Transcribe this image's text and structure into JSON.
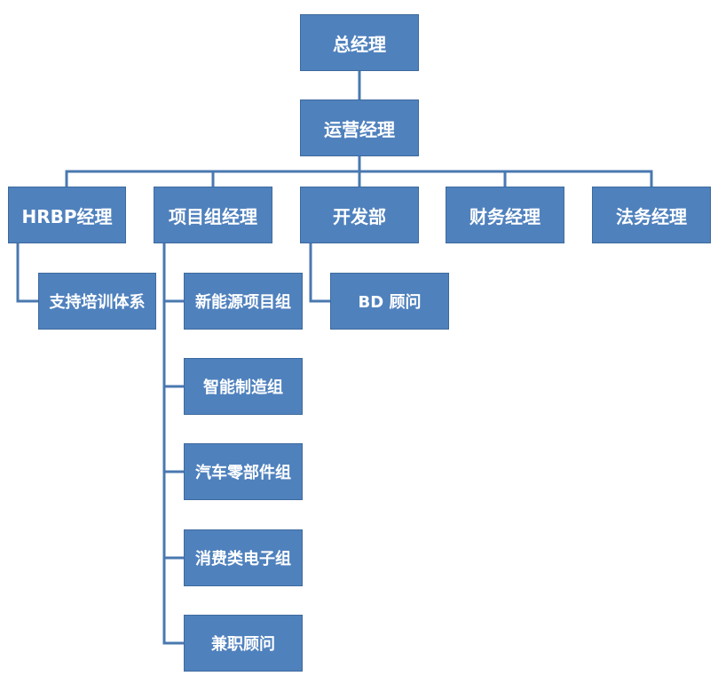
{
  "chart": {
    "nodes": {
      "ceo": "总经理",
      "operations_manager": "运营经理",
      "hrbp_manager": "HRBP经理",
      "project_group_manager": "项目组经理",
      "development_dept": "开发部",
      "finance_manager": "财务经理",
      "legal_manager": "法务经理",
      "training_system": "支持培训体系",
      "bd_advisor": "BD 顾问",
      "new_energy_group": "新能源项目组",
      "intelligent_mfg_group": "智能制造组",
      "auto_parts_group": "汽车零部件组",
      "consumer_electronics_group": "消费类电子组",
      "part_time_advisor": "兼职顾问"
    }
  },
  "colors": {
    "node_fill": "#4f81bd",
    "node_text": "#ffffff",
    "connector": "#4a78b0"
  }
}
